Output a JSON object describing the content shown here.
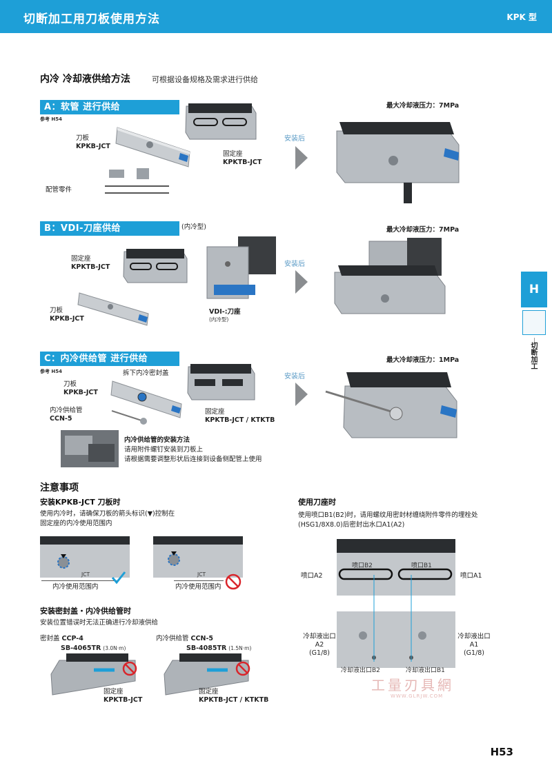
{
  "header": {
    "title": "切断加工用刀板使用方法",
    "series": "KPK 型"
  },
  "coolant": {
    "title": "内冷 冷却液供给方法",
    "subtitle": "可根据设备规格及需求进行供给",
    "after_install": "安装后",
    "A": {
      "bar": "A：软管 进行供给",
      "ref": "参考 H54",
      "blade_label_1": "刀板",
      "blade_label_2": "KPKB-JCT",
      "holder_label_1": "固定座",
      "holder_label_2": "KPKTB-JCT",
      "parts_label": "配管零件",
      "pressure": "最大冷却液压力：7MPa"
    },
    "B": {
      "bar": "B：VDI-刀座供给",
      "note": "(内冷型)",
      "holder_label_1": "固定座",
      "holder_label_2": "KPKTB-JCT",
      "blade_label_1": "刀板",
      "blade_label_2": "KPKB-JCT",
      "vdi_label_1": "VDI-:刀座",
      "vdi_label_2": "(内冷型)",
      "pressure": "最大冷却液压力：7MPa"
    },
    "C": {
      "bar": "C：内冷供给管 进行供给",
      "ref": "参考 H54",
      "remove_cap": "拆下内冷密封盖",
      "blade_label_1": "刀板",
      "blade_label_2": "KPKB-JCT",
      "pipe_label_1": "内冷供给管",
      "pipe_label_2": "CCN-5",
      "holder_label_1": "固定座",
      "holder_label_2": "KPKTB-JCT / KTKTB",
      "pressure": "最大冷却液压力：1MPa",
      "install_title": "内冷供给管的安装方法",
      "install_line1": "请用附件螺钉安装到刀板上",
      "install_line2": "请根据需要调整形状后连接到设备侧配管上使用"
    }
  },
  "notes": {
    "title": "注意事项",
    "kpkb": {
      "title": "安装KPKB-JCT 刀板时",
      "line1": "使用内冷时，请确保刀板的箭头标识(▼)控制在",
      "line2": "固定座的内冷使用范围内",
      "range_label": "内冷使用范围内",
      "jct": "JCT"
    },
    "seal": {
      "title": "安装密封盖・内冷供给管时",
      "line1": "安装位置错误时无法正确进行冷却液供给",
      "cap_label": "密封盖",
      "cap_code": "CCP-4",
      "cap_screw": "SB-4065TR",
      "cap_torque": "(3.0N·m)",
      "pipe_label": "内冷供给管",
      "pipe_code": "CCN-5",
      "pipe_screw": "SB-4085TR",
      "pipe_torque": "(1.5N·m)",
      "holder1_1": "固定座",
      "holder1_2": "KPKTB-JCT",
      "holder2_1": "固定座",
      "holder2_2": "KPKTB-JCT / KTKTB"
    },
    "holder": {
      "title": "使用刀座时",
      "line1": "使用喷口B1(B2)时，请用螺纹用密封材缠绕附件零件的埋栓处",
      "line2": "(HSG1/8X8.0)后密封出水口A1(A2)",
      "nozzle_b2": "喷口B2",
      "nozzle_b1": "喷口B1",
      "nozzle_a2": "喷口A2",
      "nozzle_a1": "喷口A1",
      "outlet": "冷却液出口",
      "a2": "A2",
      "a1": "A1",
      "g18": "(G1/8)",
      "outlet_b2": "冷却液出口B2",
      "outlet_b1": "冷却液出口B1"
    }
  },
  "side_tab": {
    "letter": "H",
    "text": "切断加工"
  },
  "page_number": "H53",
  "watermark": {
    "text": "工量刃具網",
    "url": "WWW.GLRJW.COM"
  }
}
